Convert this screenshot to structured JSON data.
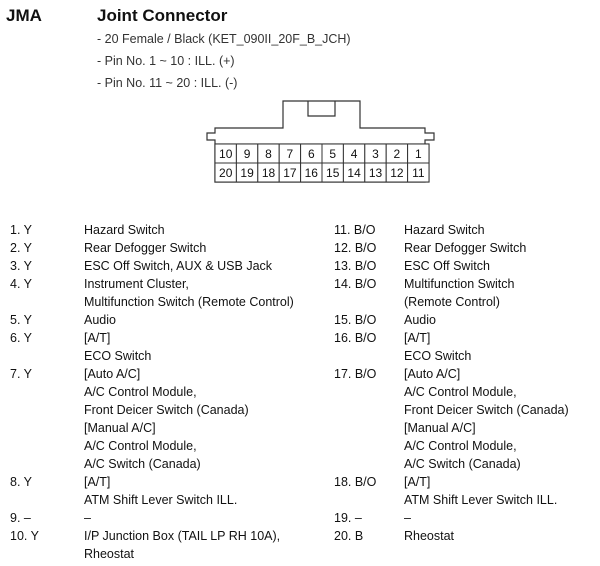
{
  "header": {
    "code": "JMA",
    "title": "Joint Connector",
    "specs": [
      "- 20 Female / Black (KET_090II_20F_B_JCH)",
      "- Pin No. 1 ~ 10 : ILL. (+)",
      "- Pin No. 11 ~ 20 : ILL. (-)"
    ]
  },
  "connector": {
    "top_row": [
      "10",
      "9",
      "8",
      "7",
      "6",
      "5",
      "4",
      "3",
      "2",
      "1"
    ],
    "bottom_row": [
      "20",
      "19",
      "18",
      "17",
      "16",
      "15",
      "14",
      "13",
      "12",
      "11"
    ]
  },
  "pins_left": [
    {
      "pin": "1. Y",
      "lines": [
        "Hazard Switch"
      ]
    },
    {
      "pin": "2. Y",
      "lines": [
        "Rear Defogger Switch"
      ]
    },
    {
      "pin": "3. Y",
      "lines": [
        "ESC Off Switch, AUX & USB Jack"
      ]
    },
    {
      "pin": "4. Y",
      "lines": [
        "Instrument Cluster,",
        "Multifunction Switch (Remote Control)"
      ]
    },
    {
      "pin": "5. Y",
      "lines": [
        "Audio"
      ]
    },
    {
      "pin": "6. Y",
      "lines": [
        "[A/T]",
        "ECO Switch"
      ]
    },
    {
      "pin": "7. Y",
      "lines": [
        "[Auto A/C]",
        "A/C Control Module,",
        "Front Deicer Switch (Canada)",
        "[Manual A/C]",
        "A/C Control Module,",
        "A/C Switch (Canada)"
      ]
    },
    {
      "pin": "8. Y",
      "lines": [
        "[A/T]",
        "ATM Shift Lever Switch ILL."
      ]
    },
    {
      "pin": "9. –",
      "lines": [
        "–"
      ]
    },
    {
      "pin": "10. Y",
      "lines": [
        "I/P Junction Box (TAIL LP RH 10A),",
        "Rheostat"
      ]
    }
  ],
  "pins_right": [
    {
      "pin": "11. B/O",
      "lines": [
        "Hazard Switch"
      ]
    },
    {
      "pin": "12. B/O",
      "lines": [
        "Rear Defogger Switch"
      ]
    },
    {
      "pin": "13. B/O",
      "lines": [
        "ESC Off Switch"
      ]
    },
    {
      "pin": "14. B/O",
      "lines": [
        "Multifunction Switch",
        "(Remote Control)"
      ]
    },
    {
      "pin": "15. B/O",
      "lines": [
        "Audio"
      ]
    },
    {
      "pin": "16. B/O",
      "lines": [
        "[A/T]",
        "ECO Switch"
      ]
    },
    {
      "pin": "17. B/O",
      "lines": [
        "[Auto A/C]",
        "A/C Control Module,",
        "Front Deicer Switch (Canada)",
        "[Manual A/C]",
        "A/C Control Module,",
        "A/C Switch (Canada)"
      ]
    },
    {
      "pin": "18. B/O",
      "lines": [
        "[A/T]",
        "ATM Shift Lever Switch ILL."
      ]
    },
    {
      "pin": "19. –",
      "lines": [
        "–"
      ]
    },
    {
      "pin": "20. B",
      "lines": [
        "Rheostat"
      ]
    }
  ]
}
